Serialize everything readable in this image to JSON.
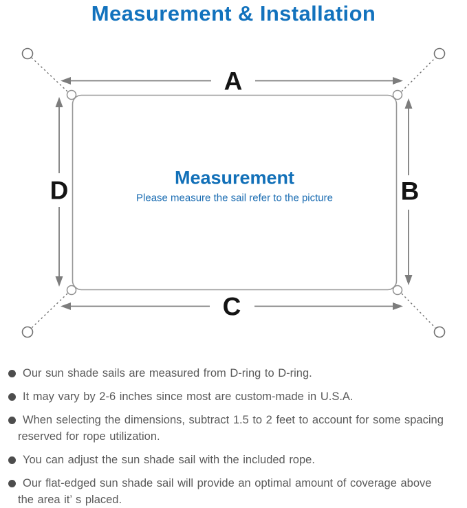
{
  "title": "Measurement & Installation",
  "diagram": {
    "labels": {
      "top": "A",
      "right": "B",
      "bottom": "C",
      "left": "D"
    },
    "center_heading": "Measurement",
    "center_subtitle": "Please measure the sail refer to the picture"
  },
  "notes": {
    "items": [
      {
        "lines": [
          "Our sun shade sails are measured from D-ring to D-ring."
        ]
      },
      {
        "lines": [
          "It may vary by 2-6 inches since most are custom-made in U.S.A."
        ]
      },
      {
        "lines": [
          "When selecting the dimensions, subtract 1.5 to 2 feet to account for some spacing",
          "reserved for rope utilization."
        ]
      },
      {
        "lines": [
          "You can adjust the sun shade sail with the included rope."
        ]
      },
      {
        "lines": [
          "Our flat-edged sun shade sail will provide an optimal amount of coverage above",
          "the area it’ s placed."
        ]
      }
    ]
  },
  "colors": {
    "accent_blue": "#1272bd",
    "center_text_blue": "#1270b8",
    "label_black": "#141414",
    "diagram_line_gray": "#7d7d7d",
    "sail_outline_gray": "#989898",
    "body_text_gray": "#5a5a5a",
    "bullet_gray": "#4d4d4d"
  }
}
